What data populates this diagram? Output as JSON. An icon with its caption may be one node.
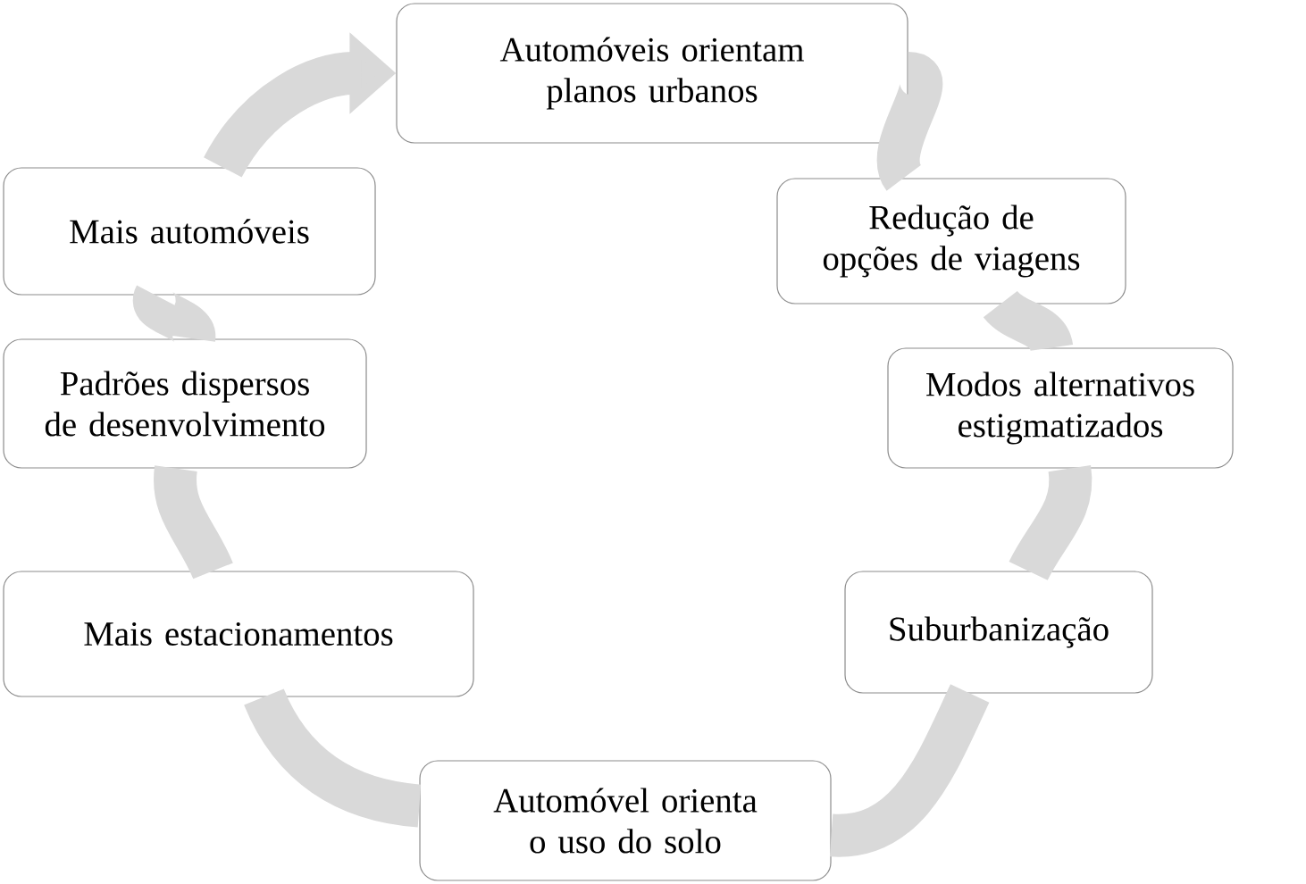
{
  "diagram": {
    "nodes": [
      {
        "text": [
          "Automóveis orientam planos urbanos"
        ]
      },
      {
        "text": [
          "Redução de opções de viagens"
        ]
      },
      {
        "text": [
          "Modos alternativos estigmatizados"
        ]
      },
      {
        "text": [
          "Suburbanização"
        ]
      },
      {
        "text": [
          "Automóvel orienta o uso do solo"
        ]
      },
      {
        "text": [
          "Mais estacionamentos"
        ]
      },
      {
        "text": [
          "Padrões dispersos de desenvolvimento"
        ]
      },
      {
        "text": [
          "Mais automóveis"
        ]
      }
    ],
    "edges": [
      {
        "from": 0,
        "to": 1,
        "arrow": "none"
      },
      {
        "from": 1,
        "to": 2,
        "arrow": "none"
      },
      {
        "from": 2,
        "to": 3,
        "arrow": "none"
      },
      {
        "from": 3,
        "to": 4,
        "arrow": "none"
      },
      {
        "from": 4,
        "to": 5,
        "arrow": "none"
      },
      {
        "from": 5,
        "to": 6,
        "arrow": "none"
      },
      {
        "from": 6,
        "to": 7,
        "arrow": "none"
      },
      {
        "from": 7,
        "to": 0,
        "arrow": "to"
      }
    ]
  }
}
